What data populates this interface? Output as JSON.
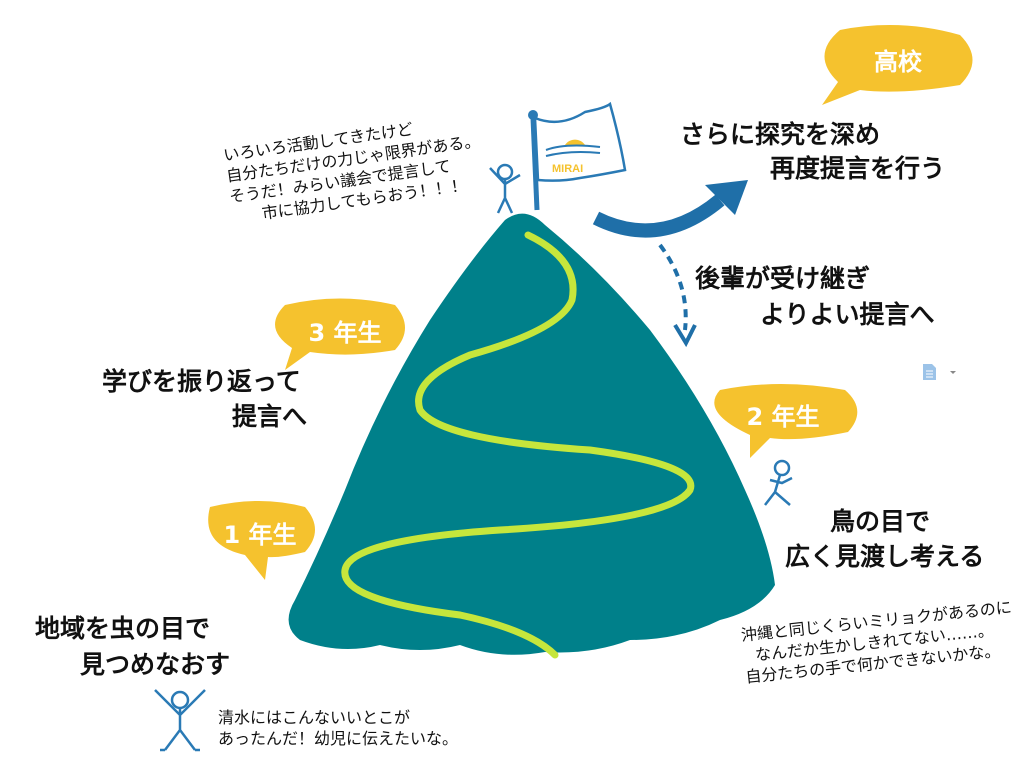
{
  "colors": {
    "mountain": "#00808a",
    "trail": "#c6e63c",
    "bubble": "#f5c22e",
    "arrow": "#1f6fa8",
    "figure": "#2a7ab5"
  },
  "flag": {
    "label": "MIRAI"
  },
  "bubbles": {
    "koukou": "高校",
    "grade3": "3 年生",
    "grade2": "2 年生",
    "grade1": "1 年生"
  },
  "captions": {
    "koukou": [
      "さらに探究を深め",
      "再度提言を行う"
    ],
    "kouhai": [
      "後輩が受け継ぎ",
      "よりよい提言へ"
    ],
    "grade3": [
      "学びを振り返って",
      "提言へ"
    ],
    "grade2": [
      "鳥の目で",
      "広く見渡し考える"
    ],
    "grade1": [
      "地域を虫の目で",
      "見つめなおす"
    ]
  },
  "notes": {
    "top": [
      "いろいろ活動してきたけど",
      "自分たちだけの力じゃ限界がある。",
      "そうだ！みらい議会で提言して",
      "市に協力してもらおう！！！"
    ],
    "right": [
      "沖縄と同じくらいミリョクがあるのに",
      "なんだか生かしきれてない……。",
      "自分たちの手で何かできないかな。"
    ],
    "bottom": [
      "清水にはこんないいとこが",
      "あったんだ！幼児に伝えたいな。"
    ]
  },
  "icons": {
    "doc": "document-icon"
  }
}
